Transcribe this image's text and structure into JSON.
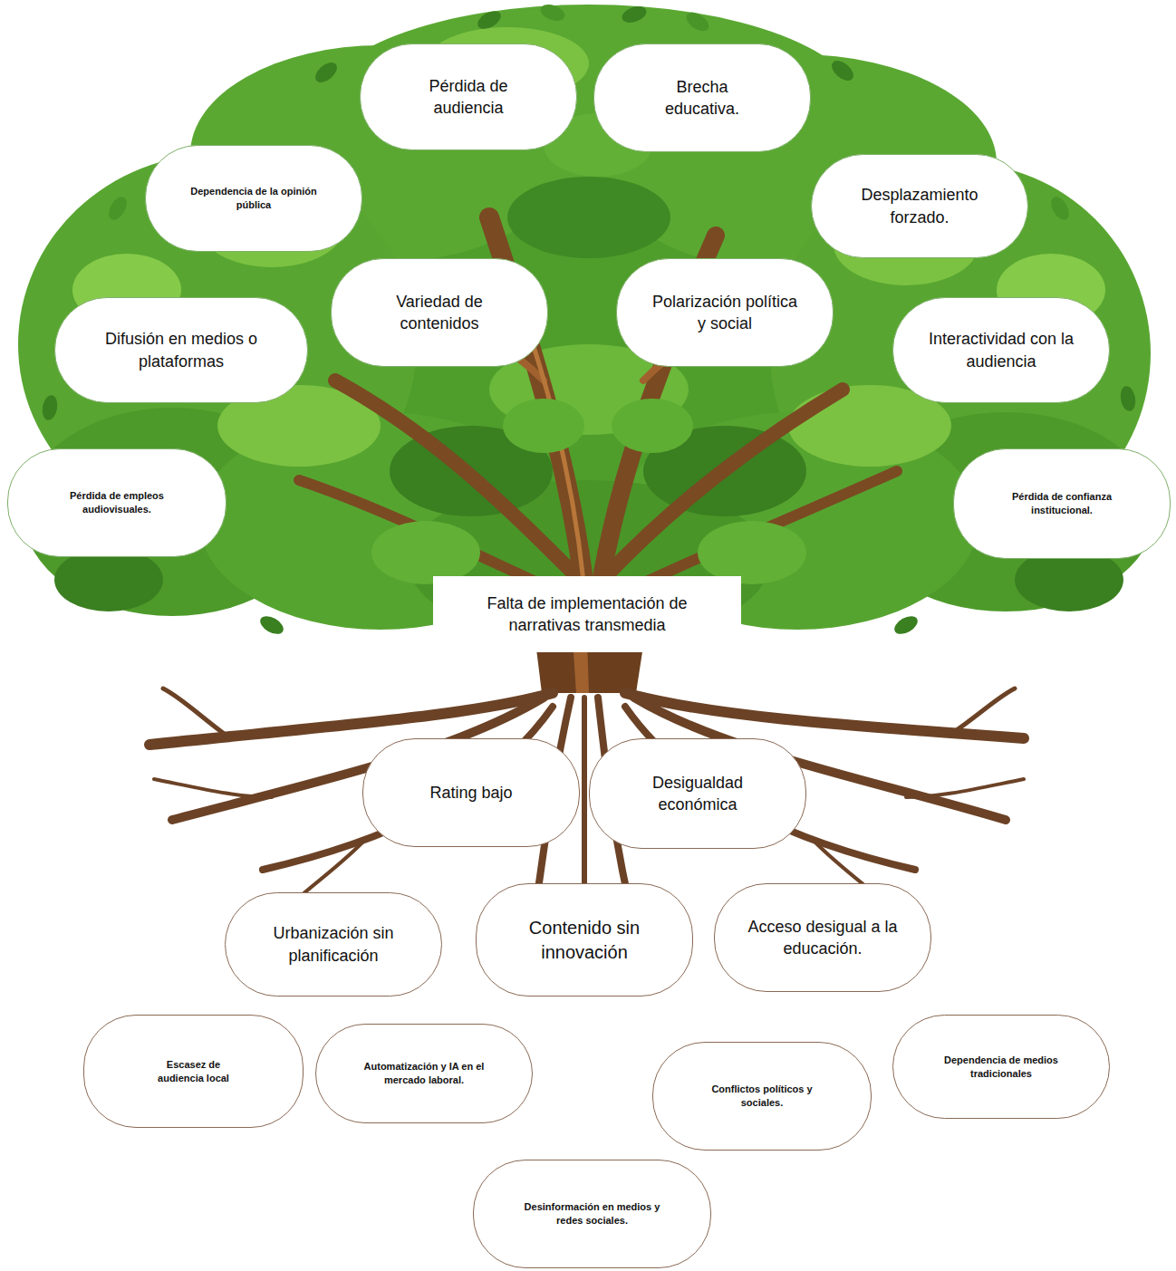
{
  "diagram": {
    "nodes": [
      {
        "text": [
          "Pérdida de audiencia"
        ]
      },
      {
        "text": [
          "Brecha educativa."
        ]
      },
      {
        "text": [
          "Dependencia de la opinión pública"
        ]
      },
      {
        "text": [
          "Desplazamiento forzado."
        ]
      },
      {
        "text": [
          "Variedad de contenidos"
        ]
      },
      {
        "text": [
          "Polarización política y social"
        ]
      },
      {
        "text": [
          "Difusión en medios o plataformas"
        ]
      },
      {
        "text": [
          "Interactividad con la audiencia"
        ]
      },
      {
        "text": [
          "Pérdida de empleos audiovisuales."
        ]
      },
      {
        "text": [
          "Pérdida de confianza institucional."
        ]
      },
      {
        "text": [
          "Falta de implementación de narrativas transmedia"
        ]
      },
      {
        "text": [
          "Rating bajo"
        ]
      },
      {
        "text": [
          "Desigualdad económica"
        ]
      },
      {
        "text": [
          "Urbanización sin planificación"
        ]
      },
      {
        "text": [
          "Contenido sin innovación"
        ]
      },
      {
        "text": [
          "Acceso desigual a la educación."
        ]
      },
      {
        "text": [
          "Escasez de audiencia local"
        ]
      },
      {
        "text": [
          "Automatización y IA en el mercado laboral."
        ]
      },
      {
        "text": [
          "Conflictos políticos y sociales."
        ]
      },
      {
        "text": [
          "Dependencia de medios tradicionales"
        ]
      },
      {
        "text": [
          "Desinformación en medios y redes sociales."
        ]
      }
    ]
  }
}
